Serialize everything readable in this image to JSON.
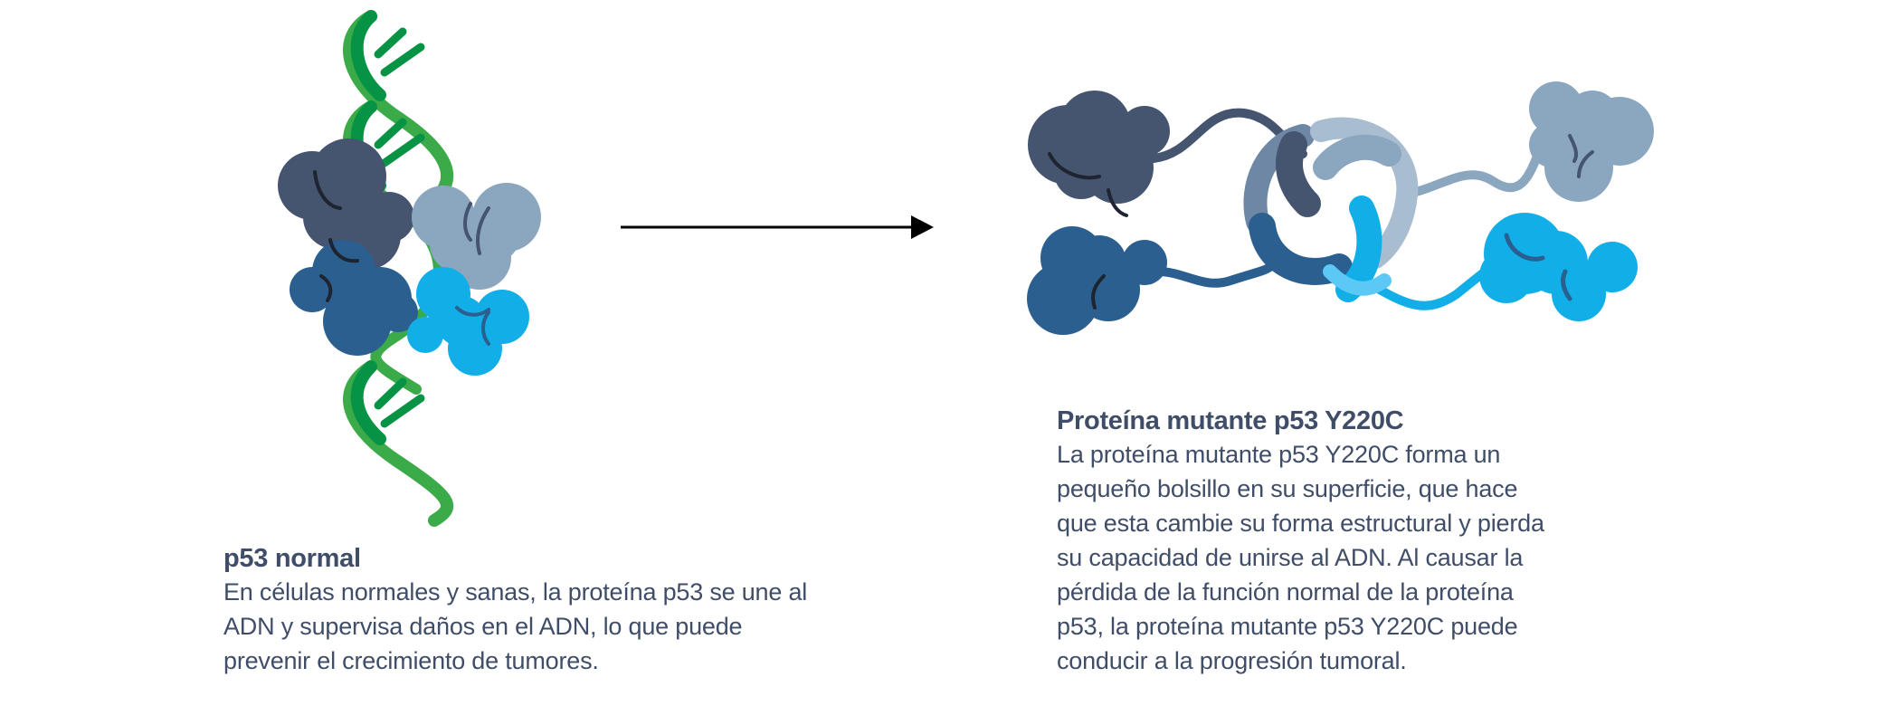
{
  "figure": {
    "left_panel": {
      "title": "p53 normal",
      "lines": [
        "En células normales y sanas, la proteína p53 se une al",
        "ADN y supervisa daños en el ADN, lo que puede",
        "prevenir el crecimiento de tumores."
      ],
      "illustration": "dna-helix-with-bound-p53-tetramer"
    },
    "arrow": {
      "direction": "right"
    },
    "right_panel": {
      "title": "Proteína mutante p53 Y220C",
      "lines": [
        "La proteína mutante p53 Y220C forma un",
        "pequeño bolsillo en su superficie, que hace",
        "que esta cambie su forma estructural y pierda",
        "su capacidad de unirse al ADN. Al causar la",
        "pérdida de la función normal de la proteína",
        "p53, la proteína mutante p53 Y220C puede",
        "conducir a la progresión tumoral."
      ],
      "illustration": "unfolded-mutant-p53-tetramer"
    },
    "colors": {
      "text": "#3f4d68",
      "dna_light": "#3aab48",
      "dna_dark": "#079346",
      "protein_slate": "#45546f",
      "protein_blue": "#2a5f8f",
      "protein_grayblue": "#8ba7c0",
      "protein_cyan": "#12aee8"
    }
  }
}
